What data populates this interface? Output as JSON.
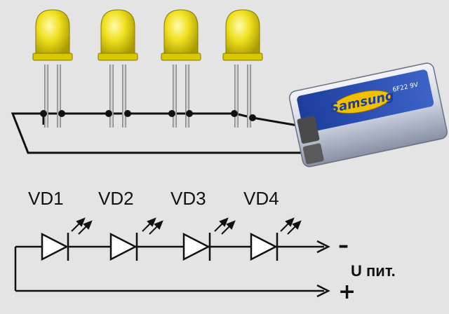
{
  "photo": {
    "led_color": "#e8d800",
    "battery_brand": "Samsung",
    "battery_type": "6F22 9V"
  },
  "schematic": {
    "diodes": [
      {
        "label": "VD1"
      },
      {
        "label": "VD2"
      },
      {
        "label": "VD3"
      },
      {
        "label": "VD4"
      }
    ],
    "minus_label": "–",
    "plus_label": "+",
    "supply_label": "U пит."
  }
}
